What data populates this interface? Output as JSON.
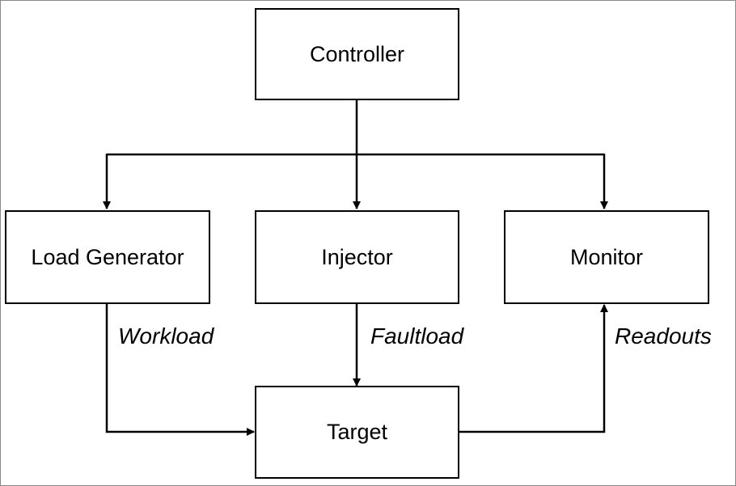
{
  "nodes": {
    "controller": "Controller",
    "load_generator": "Load Generator",
    "injector": "Injector",
    "monitor": "Monitor",
    "target": "Target"
  },
  "edges": {
    "workload": "Workload",
    "faultload": "Faultload",
    "readouts": "Readouts"
  },
  "colors": {
    "line": "#000000",
    "background": "#ffffff",
    "frame_border": "#8a8a8a"
  }
}
